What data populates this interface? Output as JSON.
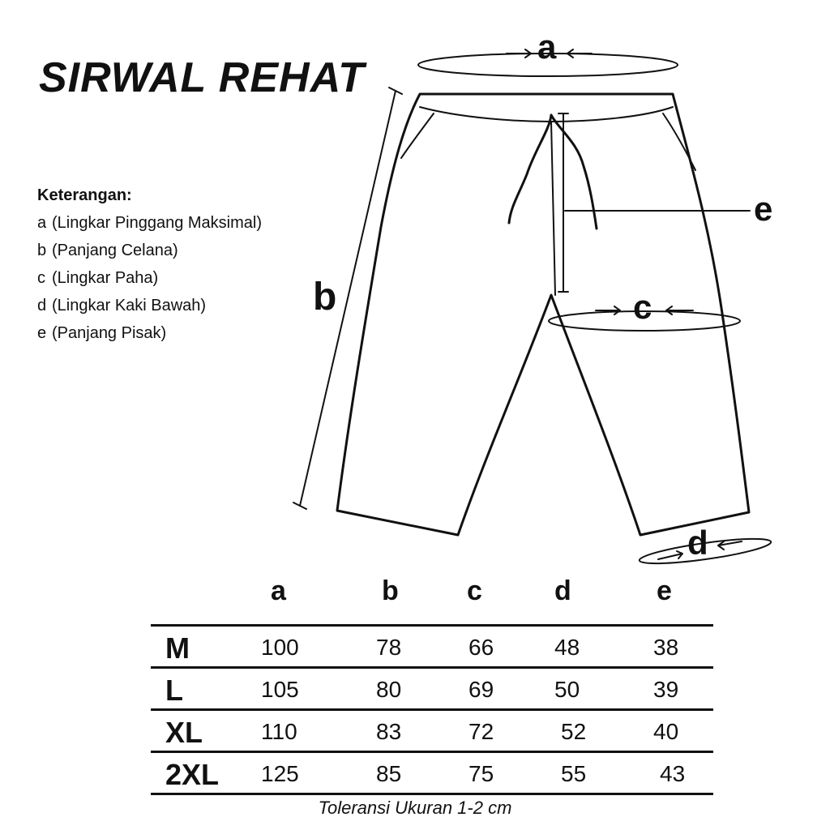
{
  "title": "SIRWAL REHAT",
  "legend": {
    "heading": "Keterangan:",
    "items": [
      {
        "key": "a",
        "text": "(Lingkar Pinggang Maksimal)"
      },
      {
        "key": "b",
        "text": "(Panjang Celana)"
      },
      {
        "key": "c",
        "text": "(Lingkar Paha)"
      },
      {
        "key": "d",
        "text": "(Lingkar Kaki Bawah)"
      },
      {
        "key": "e",
        "text": "(Panjang Pisak)"
      }
    ]
  },
  "diagram": {
    "labels": {
      "a": "a",
      "b": "b",
      "c": "c",
      "d": "d",
      "e": "e"
    }
  },
  "table": {
    "columns": [
      "a",
      "b",
      "c",
      "d",
      "e"
    ],
    "rows": [
      {
        "size": "M",
        "values": [
          "100",
          "78",
          "66",
          "48",
          "38"
        ]
      },
      {
        "size": "L",
        "values": [
          "105",
          "80",
          "69",
          "50",
          "39"
        ]
      },
      {
        "size": "XL",
        "values": [
          "110",
          "83",
          "72",
          "52",
          "40"
        ]
      },
      {
        "size": "2XL",
        "values": [
          "125",
          "85",
          "75",
          "55",
          "43"
        ]
      }
    ]
  },
  "note": "Toleransi Ukuran 1-2 cm"
}
